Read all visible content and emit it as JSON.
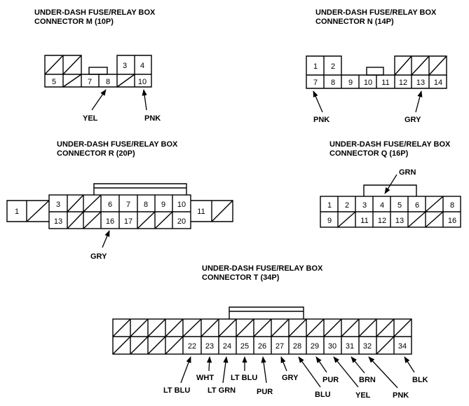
{
  "connectors": {
    "m": {
      "title_line1": "UNDER-DASH FUSE/RELAY BOX",
      "title_line2": "CONNECTOR M (10P)",
      "top_cells": [
        "",
        "",
        "3",
        "4"
      ],
      "bottom_cells": [
        "5",
        "",
        "7",
        "8",
        "",
        "10"
      ],
      "wires": [
        "YEL",
        "PNK"
      ]
    },
    "n": {
      "title_line1": "UNDER-DASH FUSE/RELAY BOX",
      "title_line2": "CONNECTOR N (14P)",
      "top_cells": [
        "1",
        "2",
        "",
        ""
      ],
      "bottom_cells": [
        "7",
        "8",
        "9",
        "10",
        "11",
        "12",
        "13",
        "14"
      ],
      "wires": [
        "PNK",
        "GRY"
      ]
    },
    "r": {
      "title_line1": "UNDER-DASH FUSE/RELAY BOX",
      "title_line2": "CONNECTOR R (20P)",
      "left_tab": "1",
      "right_tab": "11",
      "top_cells": [
        "3",
        "",
        "",
        "6",
        "7",
        "8",
        "9",
        "10"
      ],
      "bottom_cells": [
        "13",
        "",
        "",
        "16",
        "17",
        "",
        "",
        "20"
      ],
      "wires": [
        "GRY"
      ]
    },
    "q": {
      "title_line1": "UNDER-DASH FUSE/RELAY BOX",
      "title_line2": "CONNECTOR Q (16P)",
      "top_cells": [
        "1",
        "2",
        "3",
        "4",
        "5",
        "6",
        "",
        "8"
      ],
      "bottom_cells": [
        "9",
        "",
        "11",
        "12",
        "13",
        "",
        "",
        "16"
      ],
      "wires": [
        "GRN"
      ]
    },
    "t": {
      "title_line1": "UNDER-DASH FUSE/RELAY BOX",
      "title_line2": "CONNECTOR T (34P)",
      "bottom_cells": [
        "22",
        "23",
        "24",
        "25",
        "26",
        "27",
        "28",
        "29",
        "30",
        "31",
        "32",
        "",
        "34"
      ],
      "wires": [
        "LT BLU",
        "WHT",
        "LT GRN",
        "LT BLU",
        "PUR",
        "GRY",
        "BLU",
        "PUR",
        "YEL",
        "BRN",
        "PNK",
        "BLK"
      ]
    }
  }
}
